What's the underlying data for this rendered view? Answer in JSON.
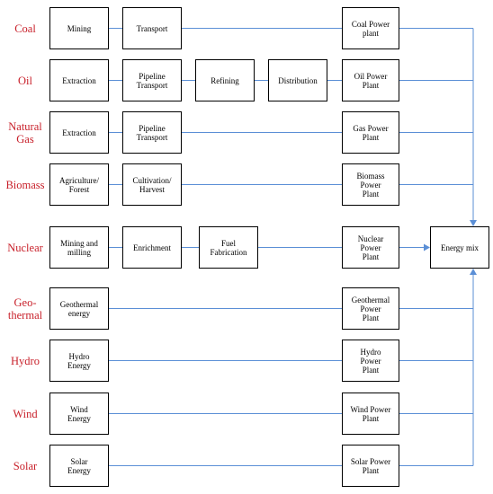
{
  "rows": [
    {
      "label": "Coal",
      "steps": [
        "Mining",
        "Transport"
      ],
      "plant": "Coal Power\nplant"
    },
    {
      "label": "Oil",
      "steps": [
        "Extraction",
        "Pipeline\nTransport",
        "Refining",
        "Distribution"
      ],
      "plant": "Oil Power\nPlant"
    },
    {
      "label": "Natural\nGas",
      "steps": [
        "Extraction",
        "Pipeline\nTransport"
      ],
      "plant": "Gas Power\nPlant"
    },
    {
      "label": "Biomass",
      "steps": [
        "Agriculture/\nForest",
        "Cultivation/\nHarvest"
      ],
      "plant": "Biomass\nPower\nPlant"
    },
    {
      "label": "Nuclear",
      "steps": [
        "Mining and\nmilling",
        "Enrichment",
        "Fuel\nFabrication"
      ],
      "plant": "Nuclear\nPower\nPlant"
    },
    {
      "label": "Geo-\nthermal",
      "steps": [
        "Geothermal\nenergy"
      ],
      "plant": "Geothermal\nPower\nPlant"
    },
    {
      "label": "Hydro",
      "steps": [
        "Hydro\nEnergy"
      ],
      "plant": "Hydro\nPower\nPlant"
    },
    {
      "label": "Wind",
      "steps": [
        "Wind\nEnergy"
      ],
      "plant": "Wind Power\nPlant"
    },
    {
      "label": "Solar",
      "steps": [
        "Solar\nEnergy"
      ],
      "plant": "Solar Power\nPlant"
    }
  ],
  "target": "Energy mix",
  "colors": {
    "label": "#c8202a",
    "line": "#5b8fd6",
    "box_border": "#000000"
  }
}
